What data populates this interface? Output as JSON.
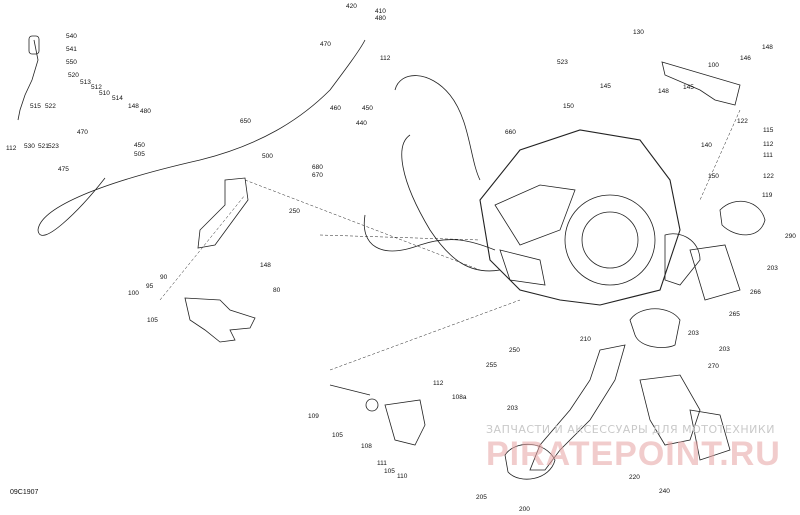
{
  "diagram_code": "09C1907",
  "watermark": {
    "line1": "ЗАПЧАСТИ И АКСЕССУАРЫ ДЛЯ МОТОТЕХНИКИ",
    "brand": "PIRATEPOINT.RU"
  },
  "callouts": [
    "540",
    "541",
    "550",
    "520",
    "513",
    "512",
    "510",
    "514",
    "522",
    "515",
    "112",
    "530",
    "521",
    "523",
    "475",
    "148",
    "480",
    "470",
    "450",
    "505",
    "420",
    "410",
    "480",
    "112",
    "470",
    "650",
    "500",
    "250",
    "148",
    "90",
    "95",
    "100",
    "105",
    "80",
    "460",
    "440",
    "450",
    "680",
    "670",
    "523",
    "150",
    "145",
    "660",
    "130",
    "146",
    "148",
    "100",
    "148",
    "145",
    "122",
    "115",
    "112",
    "111",
    "140",
    "122",
    "150",
    "119",
    "290",
    "203",
    "266",
    "265",
    "203",
    "270",
    "203",
    "210",
    "250",
    "255",
    "112",
    "108a",
    "109",
    "105",
    "108",
    "111",
    "105",
    "110",
    "203",
    "205",
    "200",
    "220",
    "240"
  ]
}
